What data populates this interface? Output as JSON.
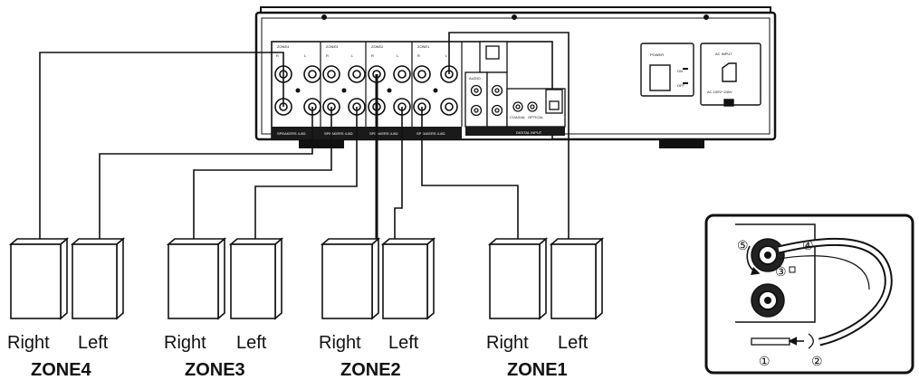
{
  "panel": {
    "power_label": "POWER",
    "power_on_label": "ON",
    "power_off_label": "OFF",
    "ac_input_label": "AC INPUT",
    "ac_rating_label": "AC 100V~240V",
    "channel_r": "R",
    "channel_l": "L",
    "zone_headers": [
      "ZONE4",
      "ZONE3",
      "ZONE2",
      "ZONE1"
    ],
    "speaker_strip_label": "SPEAKERS 4-8Ω",
    "digital_input_label": "DIGITAL INPUT",
    "coaxial_label": "COAXIAL",
    "optical_label": "OPTICAL",
    "audio_label": "AUDIO"
  },
  "zones": [
    {
      "name": "ZONE4",
      "right_label": "Right",
      "left_label": "Left"
    },
    {
      "name": "ZONE3",
      "right_label": "Right",
      "left_label": "Left"
    },
    {
      "name": "ZONE2",
      "right_label": "Right",
      "left_label": "Left"
    },
    {
      "name": "ZONE1",
      "right_label": "Right",
      "left_label": "Left"
    }
  ],
  "inset": {
    "steps": [
      "①",
      "②",
      "③",
      "④",
      "⑤"
    ]
  },
  "colors": {
    "line": "#111111",
    "panel_fill": "#ffffff",
    "strip_fill": "#1a1a1a"
  }
}
